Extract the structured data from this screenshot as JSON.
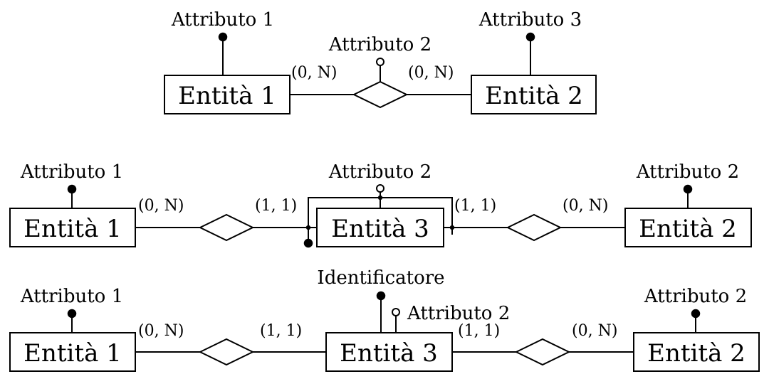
{
  "diagram1": {
    "entity_left": "Entità 1",
    "entity_right": "Entità 2",
    "attr_left": "Attributo 1",
    "attr_rel": "Attributo 2",
    "attr_right": "Attributo 3",
    "card_left": "(0, N)",
    "card_right": "(0, N)"
  },
  "diagram2": {
    "entity_left": "Entità 1",
    "entity_mid": "Entità 3",
    "entity_right": "Entità 2",
    "attr_left": "Attributo 1",
    "attr_mid": "Attributo 2",
    "attr_right": "Attributo 2",
    "card_1": "(0, N)",
    "card_2": "(1, 1)",
    "card_3": "(1, 1)",
    "card_4": "(0, N)"
  },
  "diagram3": {
    "entity_left": "Entità 1",
    "entity_mid": "Entità 3",
    "entity_right": "Entità 2",
    "attr_left": "Attributo 1",
    "attr_id": "Identificatore",
    "attr_mid": "Attributo 2",
    "attr_right": "Attributo 2",
    "card_1": "(0, N)",
    "card_2": "(1, 1)",
    "card_3": "(1, 1)",
    "card_4": "(0, N)"
  }
}
